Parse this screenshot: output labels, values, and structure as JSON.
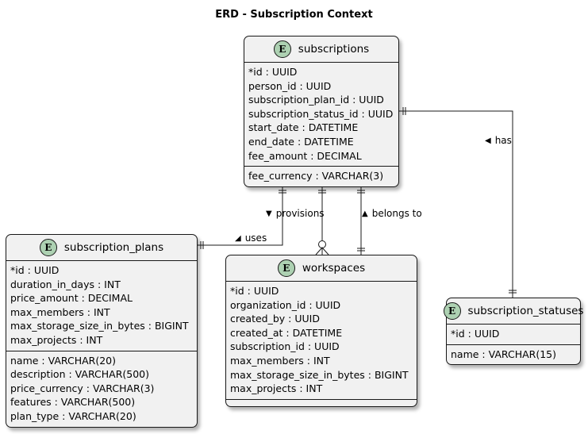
{
  "title": "ERD - Subscription Context",
  "entities": [
    {
      "key": "subscriptions",
      "badge": "E",
      "name": "subscriptions",
      "sections": [
        [
          "*id : UUID",
          "person_id : UUID",
          "subscription_plan_id : UUID",
          "subscription_status_id : UUID",
          "start_date : DATETIME",
          "end_date : DATETIME",
          "fee_amount : DECIMAL"
        ],
        [
          "fee_currency : VARCHAR(3)"
        ]
      ]
    },
    {
      "key": "subscription_plans",
      "badge": "E",
      "name": "subscription_plans",
      "sections": [
        [
          "*id : UUID",
          "duration_in_days : INT",
          "price_amount : DECIMAL",
          "max_members : INT",
          "max_storage_size_in_bytes : BIGINT",
          "max_projects : INT"
        ],
        [
          "name : VARCHAR(20)",
          "description : VARCHAR(500)",
          "price_currency : VARCHAR(3)",
          "features : VARCHAR(500)",
          "plan_type : VARCHAR(20)"
        ]
      ]
    },
    {
      "key": "workspaces",
      "badge": "E",
      "name": "workspaces",
      "sections": [
        [
          "*id : UUID",
          "organization_id : UUID",
          "created_by : UUID",
          "created_at : DATETIME",
          "subscription_id : UUID",
          "max_members : INT",
          "max_storage_size_in_bytes : BIGINT",
          "max_projects : INT"
        ],
        []
      ]
    },
    {
      "key": "subscription_statuses",
      "badge": "E",
      "name": "subscription_statuses",
      "sections": [
        [
          "*id : UUID"
        ],
        [
          "name : VARCHAR(15)"
        ]
      ]
    }
  ],
  "relationships": [
    {
      "key": "has",
      "label": "has",
      "arrow": "◀"
    },
    {
      "key": "provisions",
      "label": "provisions",
      "arrow": "▼"
    },
    {
      "key": "uses",
      "label": "uses",
      "arrow": "◢"
    },
    {
      "key": "belongs_to",
      "label": "belongs to",
      "arrow": "▲"
    }
  ]
}
